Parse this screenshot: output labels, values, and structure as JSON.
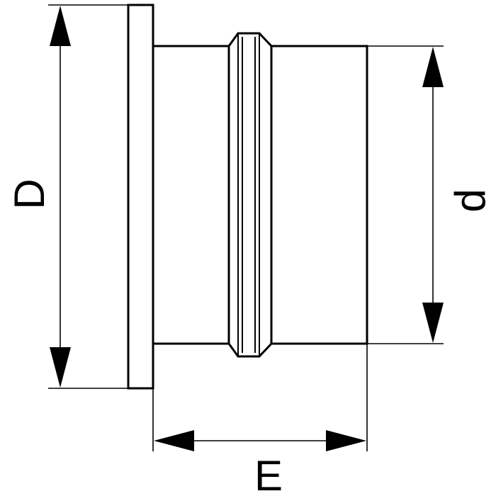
{
  "drawing": {
    "line_color": "#000000",
    "background": "#ffffff",
    "labels": {
      "outer_diameter": "D",
      "inner_diameter": "d",
      "length": "E"
    }
  }
}
